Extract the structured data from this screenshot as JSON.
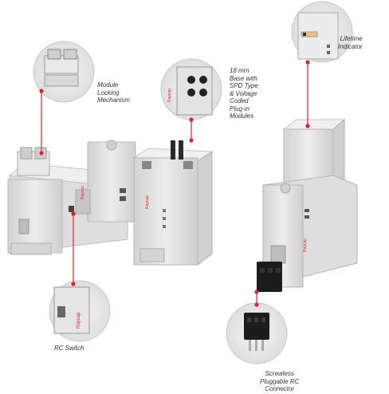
{
  "callouts": {
    "module_locking": "Module\nLocking\nMechanism",
    "base_18mm": "18 mm\nBase with\nSPD Type\n& Voltage\nCoded\nPlug-in\nModules",
    "lifetime_indicator": "Lifetime\nIndicator",
    "rc_switch": "RC Switch",
    "screwless_connector": "Screwless\nPluggable RC\nConnector"
  },
  "brand": {
    "name": "Raycap",
    "accent_color": "#d9262e"
  },
  "colors": {
    "housing": "#e6e6e6",
    "housing_dark": "#c9c9c9",
    "leader_line": "#d9262e",
    "connector": "#1c1c1c"
  }
}
